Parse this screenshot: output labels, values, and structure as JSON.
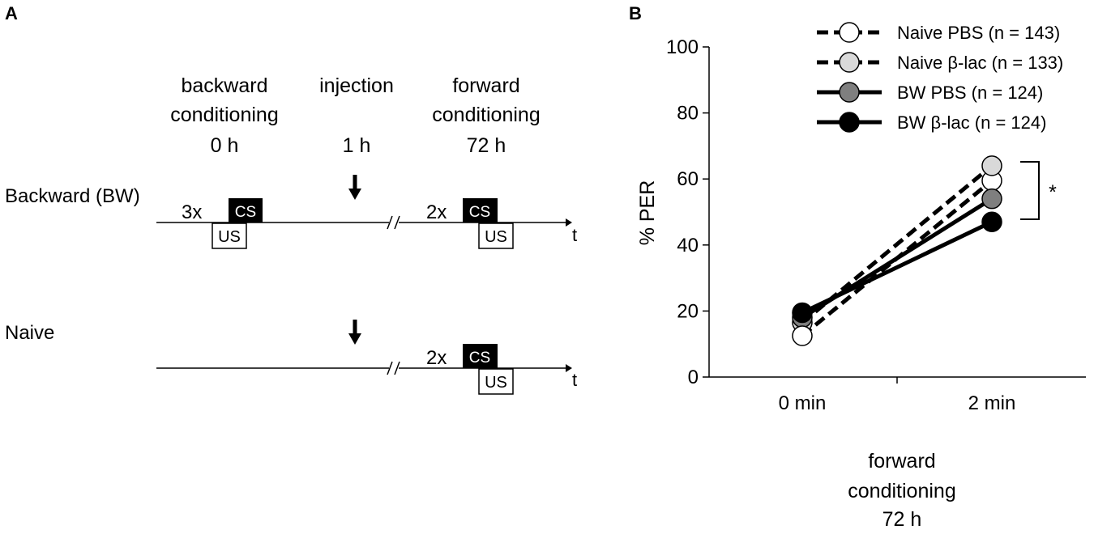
{
  "panel_a": {
    "letter": "A",
    "stages": [
      {
        "line1": "backward",
        "line2": "conditioning",
        "time": "0 h"
      },
      {
        "line1": "injection",
        "line2": "",
        "time": "1 h"
      },
      {
        "line1": "forward",
        "line2": "conditioning",
        "time": "72 h"
      }
    ],
    "rows": [
      {
        "label": "Backward (BW)",
        "bw_repeats": "3x",
        "fw_repeats": "2x"
      },
      {
        "label": "Naive",
        "fw_repeats": "2x"
      }
    ],
    "cs_label": "CS",
    "us_label": "US",
    "time_axis_label": "t"
  },
  "panel_b": {
    "letter": "B",
    "significance": "*"
  },
  "chart_data": {
    "type": "line",
    "categories": [
      "0 min",
      "2 min"
    ],
    "xlabel_lines": [
      "forward",
      "conditioning",
      "72 h"
    ],
    "ylabel": "% PER",
    "ylim": [
      0,
      100
    ],
    "yticks": [
      "0",
      "20",
      "40",
      "60",
      "80",
      "100"
    ],
    "legend_position": "top-right",
    "series": [
      {
        "name": "Naive PBS (n = 143)",
        "values": [
          12.5,
          59.5
        ],
        "line": "dashed",
        "marker_fill": "#ffffff"
      },
      {
        "name": "Naive β-lac (n = 133)",
        "values": [
          16.5,
          64.0
        ],
        "line": "dashed",
        "marker_fill": "#d9d9d9"
      },
      {
        "name": "BW PBS (n = 124)",
        "values": [
          18.0,
          54.0
        ],
        "line": "solid",
        "marker_fill": "#7f7f7f"
      },
      {
        "name": "BW β-lac (n = 124)",
        "values": [
          19.5,
          47.0
        ],
        "line": "solid",
        "marker_fill": "#000000"
      }
    ]
  }
}
